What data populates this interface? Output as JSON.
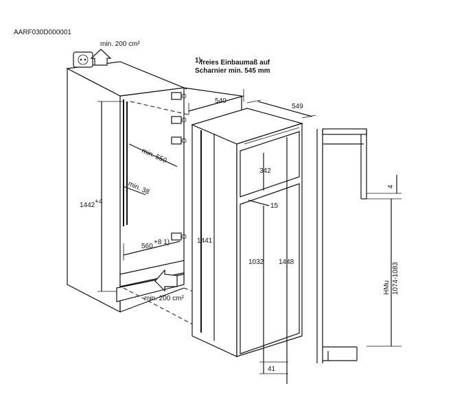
{
  "doc_code": "AARF030D000001",
  "vent_top": "min. 200 cm²",
  "vent_bottom": "min. 200 cm²",
  "note_marker": "1)",
  "note_line1": "freies Einbaumaß auf",
  "note_line2": "Scharnier min. 545 mm",
  "dims": {
    "niche_depth": "540",
    "appliance_depth": "549",
    "niche_inner_depth": "min. 550",
    "gap_min": "min. 38",
    "niche_height": "1442",
    "niche_height_sup": "+4",
    "niche_width": "560",
    "niche_width_sup": "+8 1)",
    "freezer_door": "342",
    "door_gap": "15",
    "appliance_height": "1441",
    "fridge_door": "1032",
    "total_height": "1448",
    "bottom_offset": "41",
    "side_gap": "4",
    "hmu_label": "HMu",
    "hmu_range": "1074-1083"
  }
}
